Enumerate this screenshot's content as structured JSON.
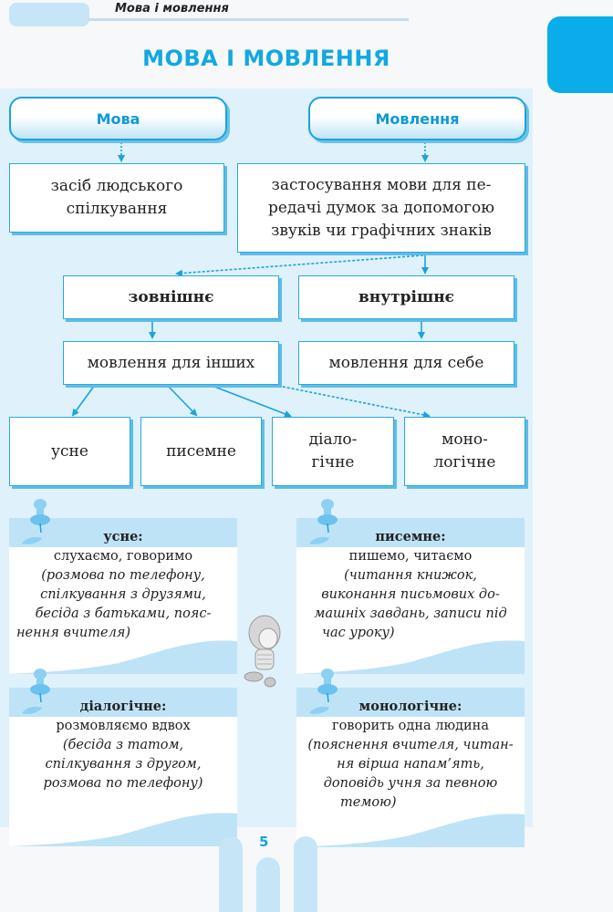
{
  "header": {
    "running_title": "Мова і мовлення",
    "page_title": "МОВА І МОВЛЕННЯ"
  },
  "diagram": {
    "roots": [
      {
        "label": "Мова",
        "definition": "засіб людського спілкування",
        "definition_lines": [
          "засіб людського",
          "спілкування"
        ]
      },
      {
        "label": "Мовлення",
        "definition": "застосування мови для передачі думок за допомогою звуків чи графічних знаків",
        "definition_lines": [
          "застосування мови для пе-",
          "редачі думок за допомогою",
          "звуків чи графічних знаків"
        ]
      }
    ],
    "types": [
      {
        "label": "зовнішнє",
        "desc": "мовлення для інших"
      },
      {
        "label": "внутрішнє",
        "desc": "мовлення для себе"
      }
    ],
    "forms": [
      {
        "label_lines": [
          "усне"
        ]
      },
      {
        "label_lines": [
          "писемне"
        ]
      },
      {
        "label_lines": [
          "діало-",
          "гічне"
        ]
      },
      {
        "label_lines": [
          "моно-",
          "логічне"
        ]
      }
    ],
    "arrow_color": "#1aa3dc"
  },
  "notes": [
    {
      "title": "усне:",
      "main": "слухаємо, говоримо",
      "examples": [
        "(розмова по телефону,",
        "спілкування з друзями,",
        "бесіда з батьками, пояс-",
        "нення вчителя)"
      ]
    },
    {
      "title": "писемне:",
      "main": "пишемо, читаємо",
      "examples": [
        "(читання книжок,",
        "виконання письмових до-",
        "машніх завдань, записи під",
        "час уроку)"
      ]
    },
    {
      "title": "діалогічне:",
      "main": "розмовляємо вдвох",
      "examples": [
        "(бесіда з татом,",
        "спілкування з другом,",
        "розмова по телефону)"
      ]
    },
    {
      "title": "монологічне:",
      "main": "говорить одна людина",
      "examples": [
        "(пояснення вчителя, читан-",
        "ня вірша напам’ять,",
        "доповідь учня за певною",
        "темою)"
      ]
    }
  ],
  "footer": {
    "page_number": "5"
  },
  "colors": {
    "accent": "#0aacea",
    "title": "#12a8e0",
    "panel": "#dff1fb",
    "note_header": "#bfe3f6"
  }
}
